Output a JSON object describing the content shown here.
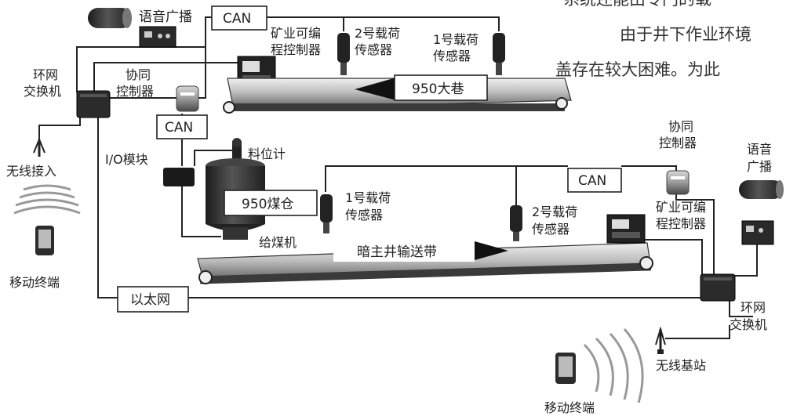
{
  "text_fragments": {
    "line1": "系统还能由专门的载",
    "line2": "由于井下作业环境",
    "line3": "盖存在较大困难。为此"
  },
  "top": {
    "voice": "语音广播",
    "can1": "CAN",
    "plc": [
      "矿业可编",
      "程控制器"
    ],
    "sensor2": [
      "2号载荷",
      "传感器"
    ],
    "sensor1": [
      "1号载荷",
      "传感器"
    ],
    "switch": [
      "环网",
      "交换机"
    ],
    "coordinator": [
      "协同",
      "控制器"
    ],
    "tunnel": "950大巷",
    "can2": "CAN",
    "io": "I/O模块",
    "level": "料位计",
    "wireless": "无线接入",
    "mobile": "移动终端"
  },
  "bottom": {
    "bunker": "950煤仓",
    "sensor1": [
      "1号载荷",
      "传感器"
    ],
    "sensor2": [
      "2号载荷",
      "传感器"
    ],
    "feeder": "给煤机",
    "belt": "暗主井输送带",
    "can": "CAN",
    "coordinator": [
      "协同",
      "控制器"
    ],
    "plc": [
      "矿业可编",
      "程控制器"
    ],
    "voice": [
      "语音",
      "广播"
    ],
    "ethernet": "以太网",
    "switch": [
      "环网",
      "交换机"
    ],
    "base_station": "无线基站",
    "mobile": "移动终端"
  }
}
